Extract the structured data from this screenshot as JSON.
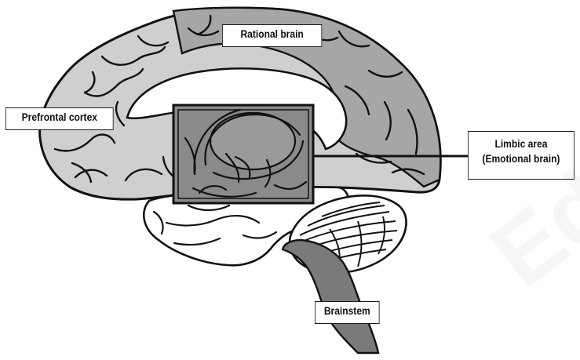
{
  "figure": {
    "labels": {
      "rational_brain": "Rational brain",
      "prefrontal_cortex": "Prefrontal cortex",
      "limbic_line1": "Limbic area",
      "limbic_line2": "(Emotional brain)",
      "brainstem": "Brainstem"
    },
    "watermark": "Edu"
  },
  "colors": {
    "outline": "#111111",
    "cortex_fill": "#cfcfcf",
    "rational_fill": "#a6a6a6",
    "limbic_fill": "#8a8a8a",
    "brainstem_fill": "#7a7a7a",
    "background": "#ffffff"
  }
}
